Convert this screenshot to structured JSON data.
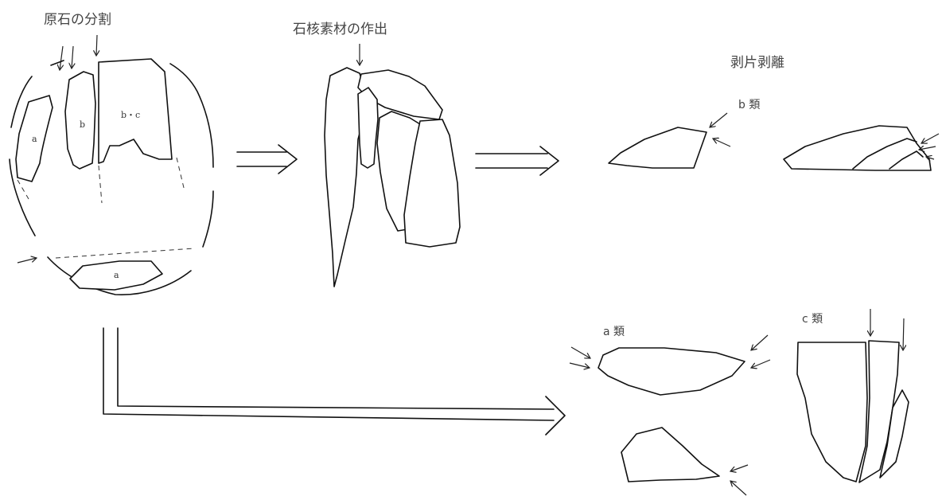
{
  "labels": {
    "stage_split": "原石の分割",
    "stage_core_blank": "石核素材の作出",
    "stage_flaking": "剥片剥離",
    "type_b": "b 類",
    "type_a": "a 類",
    "type_c": "c 類"
  },
  "fragment_labels": {
    "a_left": "a",
    "b": "b",
    "bc": "b・c",
    "a_bottom": "a"
  }
}
